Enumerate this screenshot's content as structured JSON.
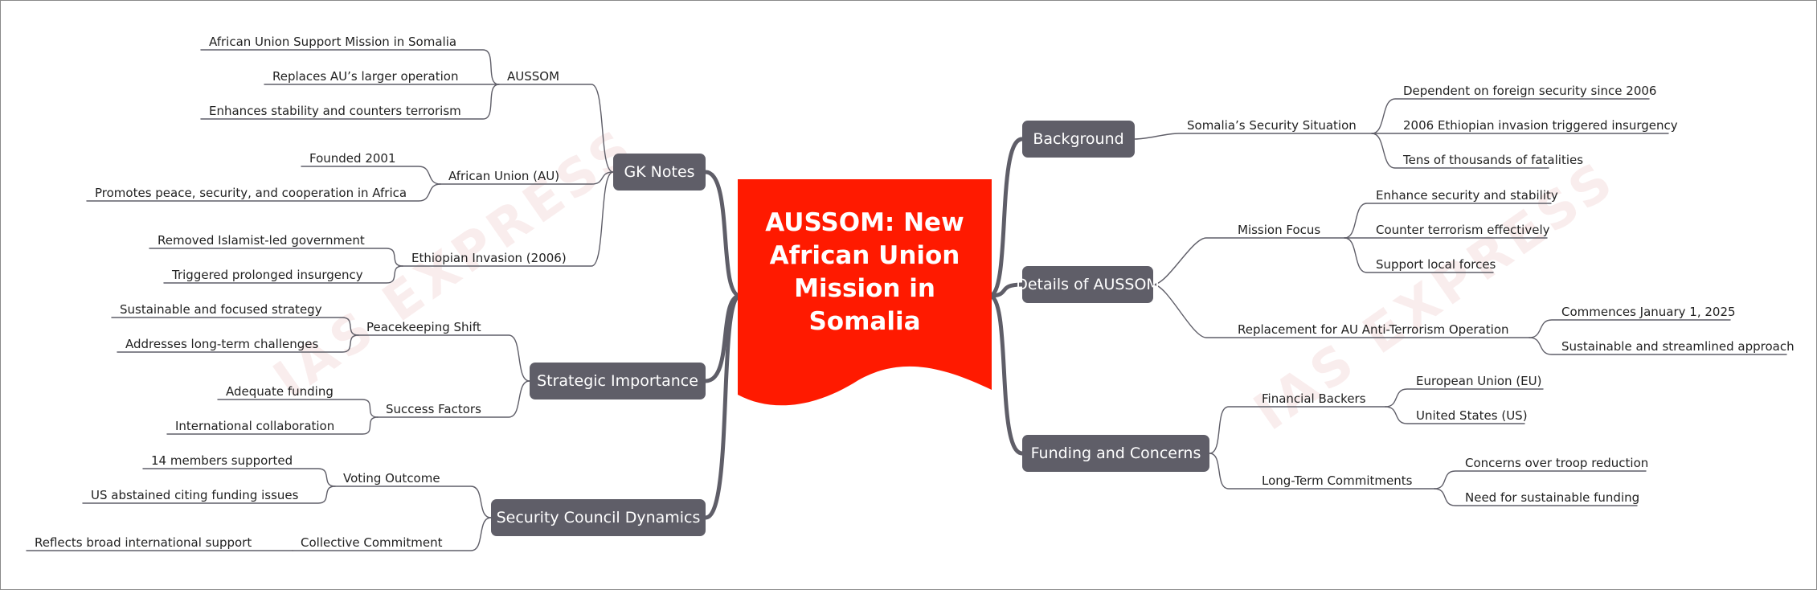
{
  "central": {
    "title": "AUSSOM: New African Union Mission in Somalia"
  },
  "watermark": "IAS EXPRESS",
  "colors": {
    "central": "#ff1a00",
    "branch": "#5f5e68",
    "line": "#5f5e68"
  },
  "branches": {
    "background": {
      "label": "Background",
      "somalia_security": {
        "label": "Somalia’s Security Situation",
        "items": [
          "Dependent on foreign security since 2006",
          "2006 Ethiopian invasion triggered insurgency",
          "Tens of thousands of fatalities"
        ]
      }
    },
    "details": {
      "label": "Details of AUSSOM",
      "mission_focus": {
        "label": "Mission Focus",
        "items": [
          "Enhance security and stability",
          "Counter terrorism effectively",
          "Support local forces"
        ]
      },
      "replacement": {
        "label": "Replacement for AU Anti-Terrorism Operation",
        "items": [
          "Commences January 1, 2025",
          "Sustainable and streamlined approach"
        ]
      }
    },
    "funding": {
      "label": "Funding and Concerns",
      "backers": {
        "label": "Financial Backers",
        "items": [
          "European Union (EU)",
          "United States (US)"
        ]
      },
      "commitments": {
        "label": "Long-Term Commitments",
        "items": [
          "Concerns over troop reduction",
          "Need for sustainable funding"
        ]
      }
    },
    "gk": {
      "label": "GK Notes",
      "aussom": {
        "label": "AUSSOM",
        "items": [
          "African Union Support Mission in Somalia",
          "Replaces AU’s larger operation",
          "Enhances stability and counters terrorism"
        ]
      },
      "au": {
        "label": "African Union (AU)",
        "items": [
          "Founded 2001",
          "Promotes peace, security, and cooperation in Africa"
        ]
      },
      "ethiopian": {
        "label": "Ethiopian Invasion (2006)",
        "items": [
          "Removed Islamist-led government",
          "Triggered prolonged insurgency"
        ]
      }
    },
    "strategic": {
      "label": "Strategic Importance",
      "peacekeeping": {
        "label": "Peacekeeping Shift",
        "items": [
          "Sustainable and focused strategy",
          "Addresses long-term challenges"
        ]
      },
      "success": {
        "label": "Success Factors",
        "items": [
          "Adequate funding",
          "International collaboration"
        ]
      }
    },
    "security": {
      "label": "Security Council Dynamics",
      "voting": {
        "label": "Voting Outcome",
        "items": [
          "14 members supported",
          "US abstained citing funding issues"
        ]
      },
      "collective": {
        "label": "Collective Commitment",
        "items": [
          "Reflects broad international support"
        ]
      }
    }
  }
}
